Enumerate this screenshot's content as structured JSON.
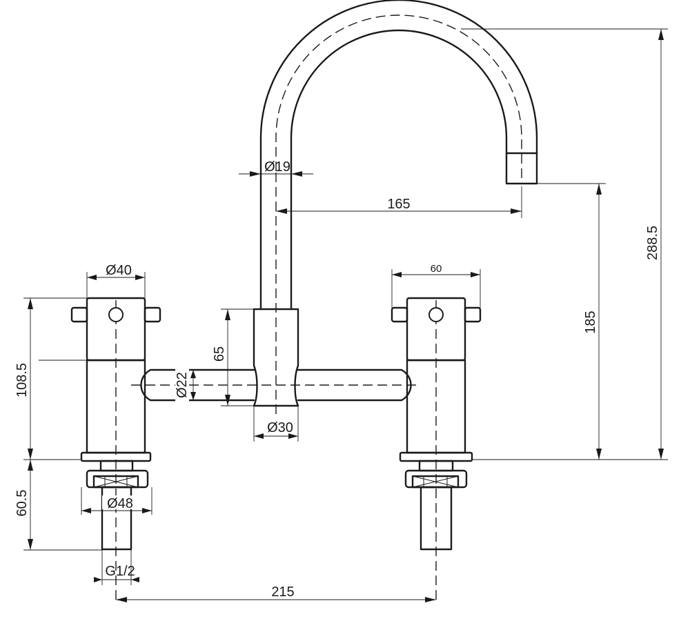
{
  "dimensions": {
    "spout_height": "288.5",
    "outlet_height": "185",
    "spout_reach": "165",
    "spout_tube_diameter": "Ø19",
    "body_diameter": "Ø30",
    "bridge_diameter": "Ø22",
    "bridge_height": "65",
    "valve_diameter": "Ø40",
    "handle_width": "60",
    "valve_height": "108.5",
    "shank_length": "60.5",
    "washer_diameter": "Ø48",
    "thread_size": "G1/2",
    "tap_centres": "215"
  }
}
